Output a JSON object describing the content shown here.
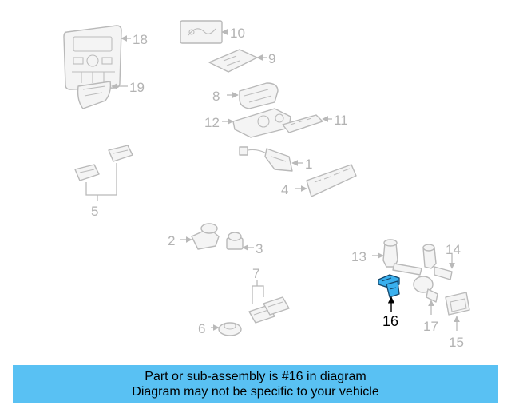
{
  "callouts": {
    "c1": "1",
    "c2": "2",
    "c3": "3",
    "c4": "4",
    "c5": "5",
    "c6": "6",
    "c7": "7",
    "c8": "8",
    "c9": "9",
    "c10": "10",
    "c11": "11",
    "c12": "12",
    "c13": "13",
    "c14": "14",
    "c15": "15",
    "c16": "16",
    "c17": "17",
    "c18": "18",
    "c19": "19"
  },
  "highlight": {
    "part": "16",
    "color": "#3ab0ee"
  },
  "banner": {
    "line1": "Part or sub-assembly is #16 in diagram",
    "line2": "Diagram may not be specific to your vehicle",
    "background": "#59c1f3"
  }
}
